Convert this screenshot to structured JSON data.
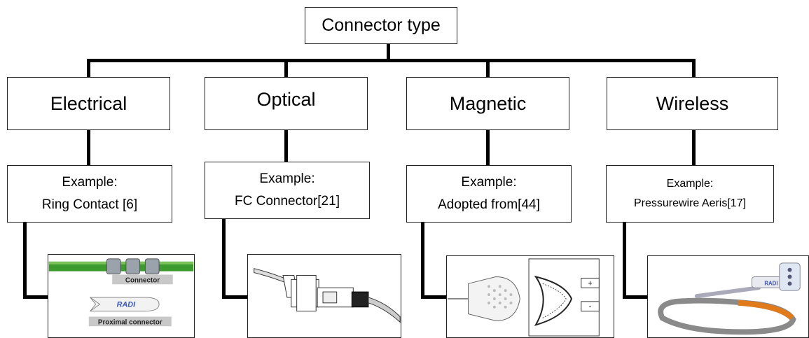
{
  "root": {
    "label": "Connector type"
  },
  "categories": [
    {
      "label": "Electrical",
      "example_label": "Example:",
      "example_value": "Ring Contact [6]"
    },
    {
      "label": "Optical",
      "example_label": "Example:",
      "example_value": "FC Connector[21]"
    },
    {
      "label": "Magnetic",
      "example_label": "Example:",
      "example_value": "Adopted from[44]"
    },
    {
      "label": "Wireless",
      "example_label": "Example:",
      "example_value": "Pressurewire Aeris[17]"
    }
  ],
  "images": {
    "electrical": {
      "caption_top": "Connector",
      "caption_bottom": "Proximal connector",
      "logo": "RADI"
    },
    "magnetic": {
      "plus": "+",
      "minus": "-"
    },
    "wireless": {
      "logo": "RADI"
    }
  },
  "colors": {
    "line": "#000000",
    "green_wire": "#3c9a2e",
    "orange_sheath": "#e07a1a"
  }
}
